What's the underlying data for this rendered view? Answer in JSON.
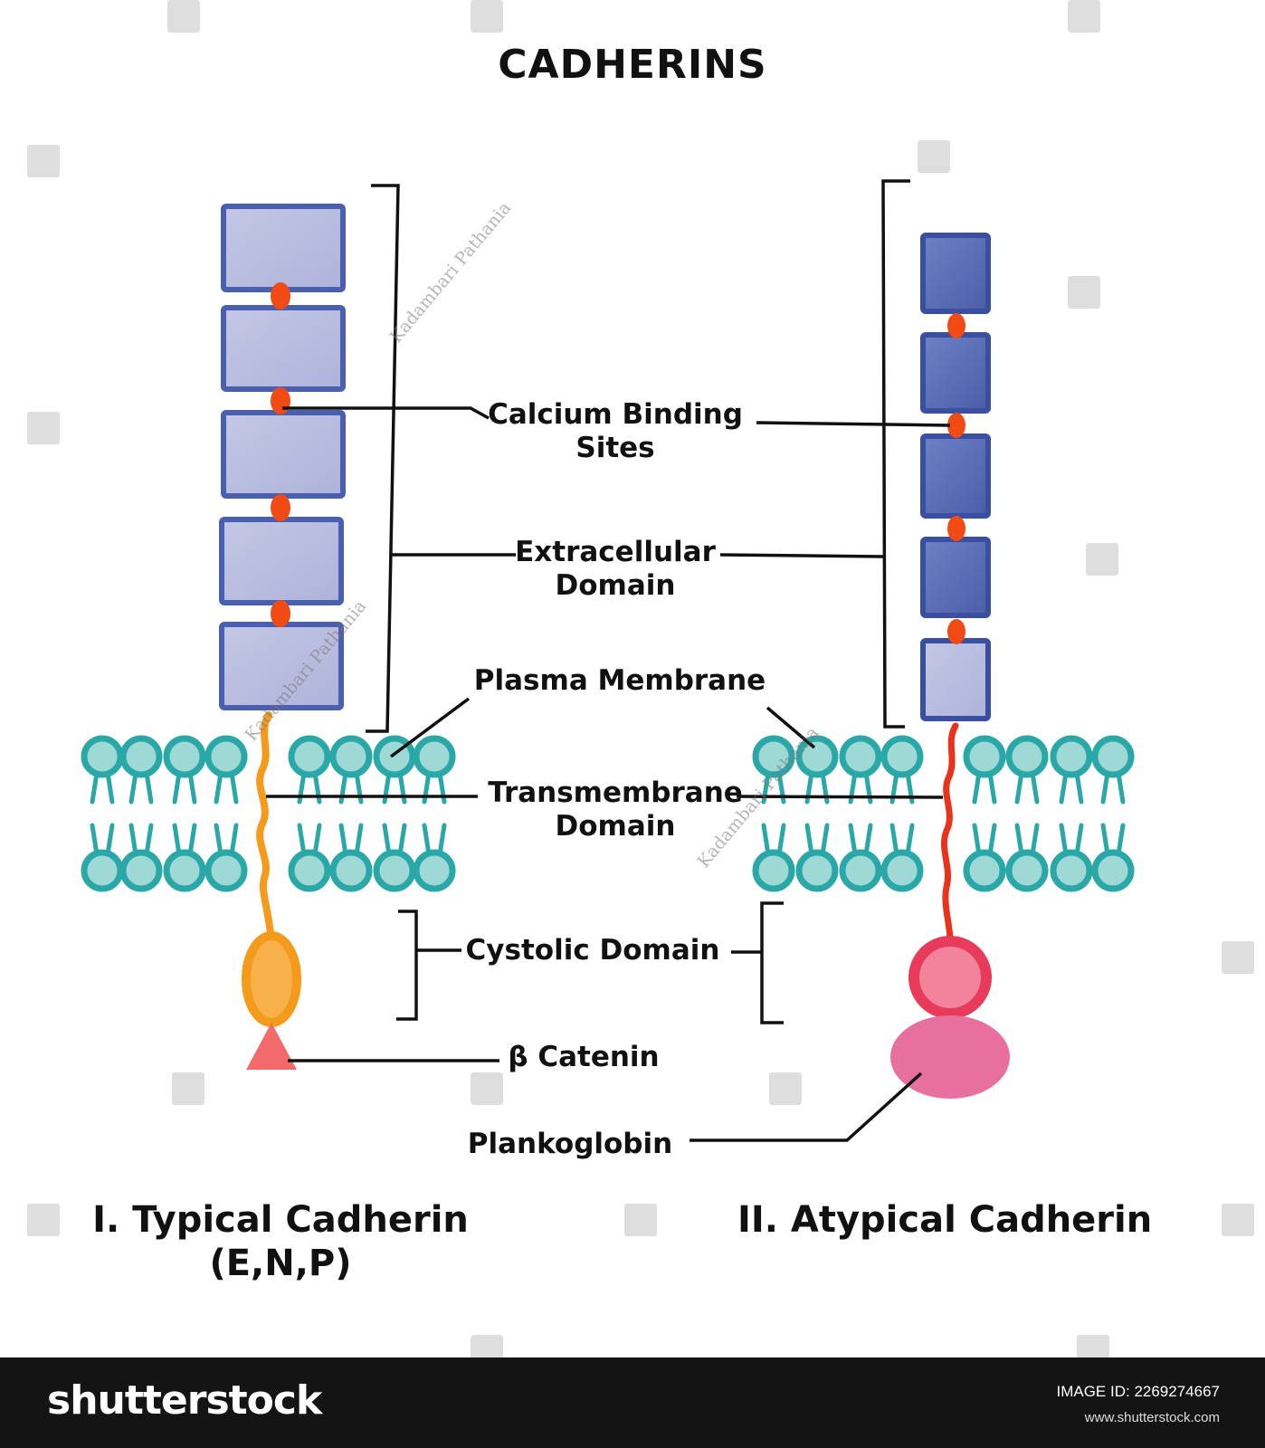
{
  "title": "CADHERINS",
  "labels": {
    "calcium_binding_sites": "Calcium Binding\nSites",
    "extracellular_domain": "Extracellular\nDomain",
    "plasma_membrane": "Plasma Membrane",
    "transmembrane_domain": "Transmembrane\nDomain",
    "cystolic_domain": "Cystolic Domain",
    "beta_catenin": "β Catenin",
    "plankoglobin": "Plankoglobin"
  },
  "captions": {
    "typical": "I. Typical Cadherin\n(E,N,P)",
    "atypical": "II. Atypical Cadherin"
  },
  "watermarks": [
    "Kadambari Pathania",
    "Kadambari Pathania",
    "Kadambari Pathania"
  ],
  "footer": {
    "brand": "shutterstock",
    "image_id": "IMAGE ID: 2269274667",
    "site": "www.shutterstock.com"
  },
  "colors": {
    "domain_blue": "#4a5fb0",
    "domain_fill_light": "#aeb3da",
    "domain_fill_dark": "#4a5ea9",
    "calcium_site": "#f04b14",
    "membrane_teal": "#2aa8a8",
    "membrane_fill": "#9fd9d6",
    "typical_tail": "#f59b1c",
    "atypical_tail": "#e8321c",
    "beta_catenin": "#f26b6b",
    "atypical_cytosolic": "#e83a5a",
    "plankoglobin": "#e8709e"
  }
}
